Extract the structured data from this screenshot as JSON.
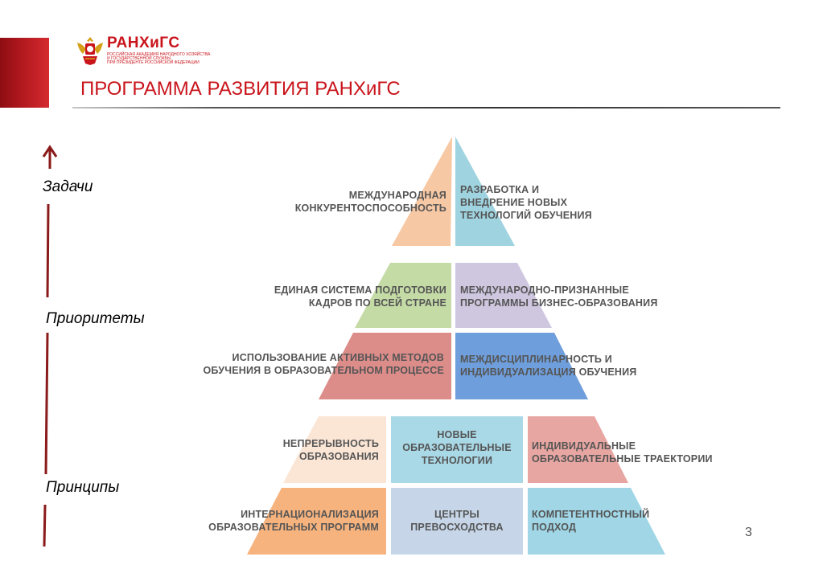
{
  "header": {
    "logo_name": "РАНХиГС",
    "logo_sub_lines": [
      "РОССИЙСКАЯ АКАДЕМИЯ НАРОДНОГО ХОЗЯЙСТВА",
      "И ГОСУДАРСТВЕННОЙ СЛУЖБЫ",
      "ПРИ ПРЕЗИДЕНТЕ РОССИЙСКОЙ ФЕДЕРАЦИИ"
    ],
    "title": "ПРОГРАММА РАЗВИТИЯ РАНХиГС"
  },
  "axis": {
    "labels": [
      "Задачи",
      "Приоритеты",
      "Принципы"
    ]
  },
  "pyramid": {
    "tier1": {
      "left": "МЕЖДУНАРОДНАЯ\nКОНКУРЕНТОСПОСОБНОСТЬ",
      "right": "РАЗРАБОТКА И\nВНЕДРЕНИЕ НОВЫХ\nТЕХНОЛОГИЙ ОБУЧЕНИЯ"
    },
    "tier2": {
      "top_left": "ЕДИНАЯ СИСТЕМА ПОДГОТОВКИ\nКАДРОВ ПО ВСЕЙ СТРАНЕ",
      "top_right": "МЕЖДУНАРОДНО-ПРИЗНАННЫЕ\nПРОГРАММЫ БИЗНЕС-ОБРАЗОВАНИЯ",
      "bottom_left": "ИСПОЛЬЗОВАНИЕ АКТИВНЫХ МЕТОДОВ\nОБУЧЕНИЯ В ОБРАЗОВАТЕЛЬНОМ ПРОЦЕССЕ",
      "bottom_right": "МЕЖДИСЦИПЛИНАРНОСТЬ И\nИНДИВИДУАЛИЗАЦИЯ ОБУЧЕНИЯ"
    },
    "tier3": {
      "top_left": "НЕПРЕРЫВНОСТЬ\nОБРАЗОВАНИЯ",
      "top_center": "НОВЫЕ\nОБРАЗОВАТЕЛЬНЫЕ\nТЕХНОЛОГИИ",
      "top_right": "ИНДИВИДУАЛЬНЫЕ\nОБРАЗОВАТЕЛЬНЫЕ ТРАЕКТОРИИ",
      "bottom_left": "ИНТЕРНАЦИОНАЛИЗАЦИЯ\nОБРАЗОВАТЕЛЬНЫХ ПРОГРАММ",
      "bottom_center": "ЦЕНТРЫ\nПРЕВОСХОДСТВА",
      "bottom_right": "КОМПЕТЕНТНОСТНЫЙ\nПОДХОД"
    }
  },
  "colors": {
    "brand_red": "#c9141b",
    "peach": "#f7c8a4",
    "light_blue": "#9fd3df",
    "light_green": "#c4dba6",
    "lavender": "#cfc6e0",
    "salmon": "#dc8d8a",
    "blue": "#6e9edb",
    "pale_peach": "#fbe6d6",
    "pale_blue": "#a9d8e6",
    "rose": "#e7a6a1",
    "orange": "#f6b37e",
    "grey_blue": "#c6d6e8",
    "sky": "#a0d6e6"
  },
  "page_number": "3"
}
